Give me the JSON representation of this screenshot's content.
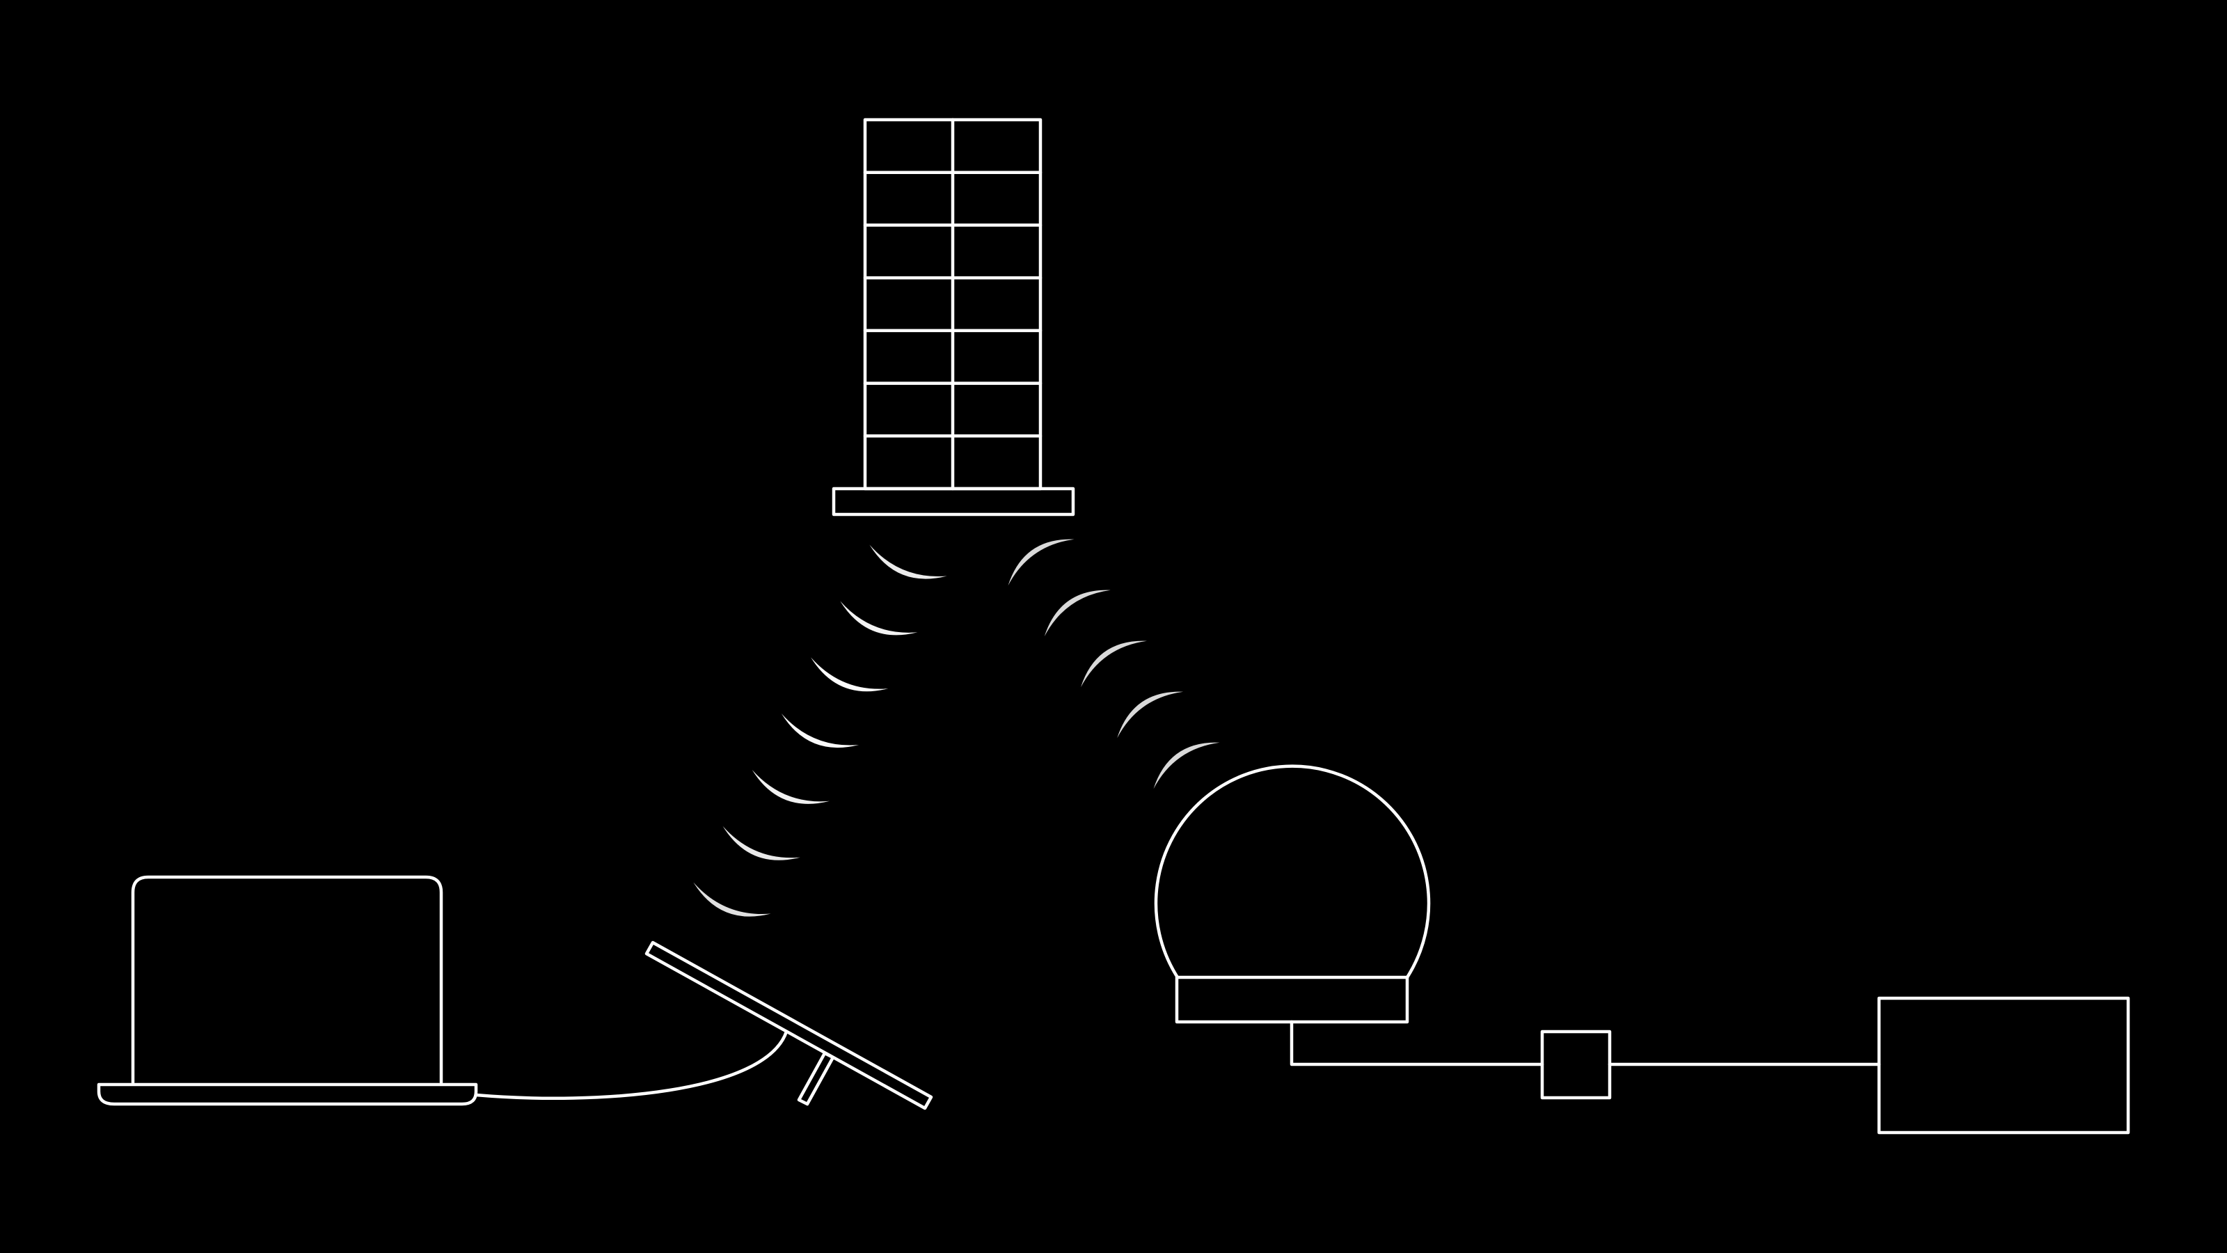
{
  "diagram": {
    "background_color": "#000000",
    "line_color": "#ffffff",
    "nodes": [
      {
        "id": "laptop",
        "icon": "laptop-icon"
      },
      {
        "id": "flat-panel-terminal",
        "icon": "flat-panel-antenna-icon"
      },
      {
        "id": "satellite",
        "icon": "satellite-icon"
      },
      {
        "id": "dome-ground-antenna",
        "icon": "dome-antenna-icon"
      },
      {
        "id": "inline-module",
        "icon": "small-box-icon"
      },
      {
        "id": "ground-equipment",
        "icon": "large-box-icon"
      }
    ],
    "links": [
      {
        "from": "laptop",
        "to": "flat-panel-terminal",
        "kind": "cable"
      },
      {
        "from": "flat-panel-terminal",
        "to": "satellite",
        "kind": "wireless",
        "wave_count": 7
      },
      {
        "from": "satellite",
        "to": "dome-ground-antenna",
        "kind": "wireless",
        "wave_count": 5
      },
      {
        "from": "dome-ground-antenna",
        "to": "inline-module",
        "kind": "cable"
      },
      {
        "from": "inline-module",
        "to": "ground-equipment",
        "kind": "cable"
      }
    ]
  }
}
